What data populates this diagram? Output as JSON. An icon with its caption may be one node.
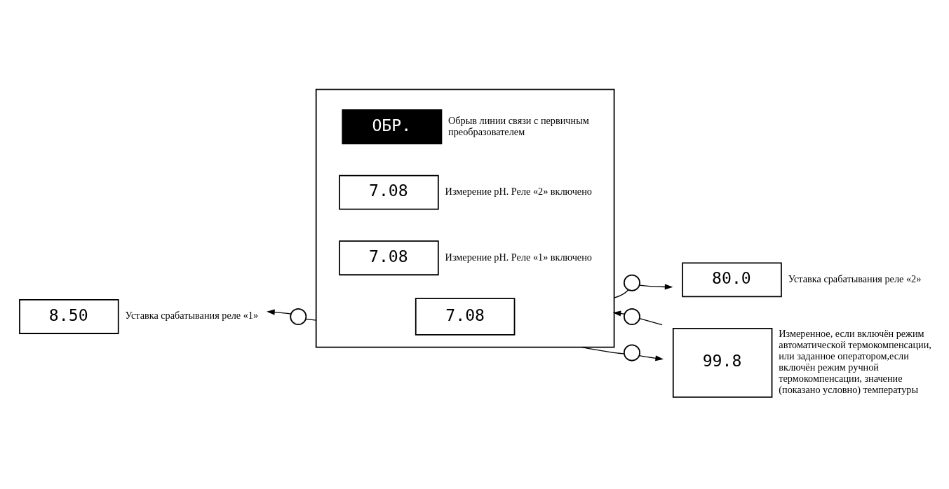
{
  "diagram": {
    "nodes": [
      {
        "text": [],
        "shape": "box"
      },
      {
        "text": [
          "ОБР."
        ],
        "in": 0,
        "beside": [
          "Обрыв линии связи с первичным преобразователем"
        ]
      },
      {
        "text": [
          "7.08"
        ],
        "in": 0,
        "beside": [
          "Измерение pH. Реле «2» включено"
        ]
      },
      {
        "text": [
          "7.08"
        ],
        "in": 0,
        "beside": [
          "Измерение pH. Реле «1» включено"
        ]
      },
      {
        "text": [
          "7.08"
        ],
        "in": 0
      },
      {
        "text": [
          "8.50"
        ],
        "beside": [
          "Уставка срабатывания реле «1»"
        ]
      },
      {
        "text": [
          "80.0"
        ],
        "beside": [
          "Уставка срабатывания реле «2»"
        ]
      },
      {
        "text": [
          "99.8"
        ],
        "beside": [
          "Измеренное, если включён режим автоматической термокомпенсации, или заданное оператором,если включён режим ручной термокомпенсации, значение (показано условно) температуры"
        ]
      },
      {
        "text": [],
        "shape": "circle"
      },
      {
        "text": [],
        "shape": "circle"
      },
      {
        "text": [],
        "shape": "circle"
      },
      {
        "text": [],
        "shape": "circle"
      }
    ],
    "edges": [
      {
        "from": 0,
        "to": 8,
        "arrow": "none"
      },
      {
        "from": 8,
        "to": 5,
        "arrow": "to"
      },
      {
        "from": 0,
        "to": 9,
        "arrow": "none"
      },
      {
        "from": 9,
        "to": 6,
        "arrow": "to"
      },
      {
        "from": 7,
        "to": 10,
        "arrow": "none"
      },
      {
        "from": 10,
        "to": 0,
        "arrow": "to"
      },
      {
        "from": 0,
        "to": 11,
        "arrow": "none"
      },
      {
        "from": 11,
        "to": 7,
        "arrow": "to"
      }
    ]
  }
}
